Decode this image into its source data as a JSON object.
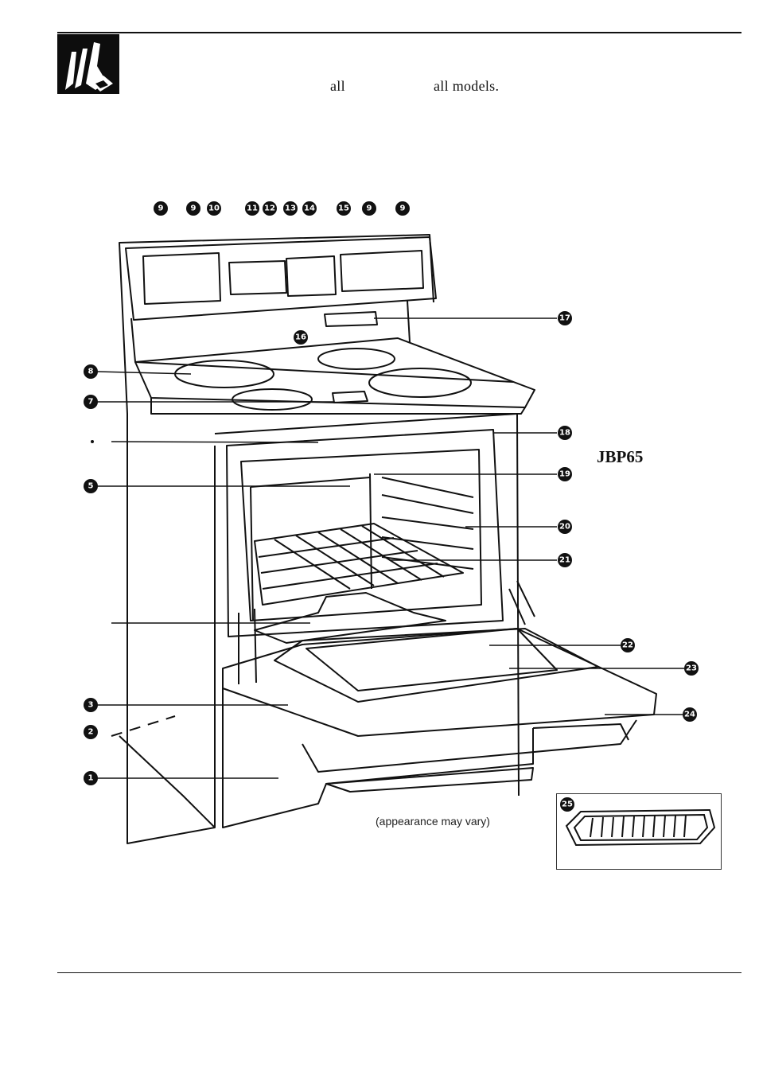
{
  "header": {
    "text_1": "all",
    "text_2": "all models."
  },
  "model": "JBP65",
  "caption": "(appearance may vary)",
  "icons": {
    "logo": "hand-pointing-icon"
  },
  "callouts": {
    "c1": "1",
    "c2": "2",
    "c3": "3",
    "c5": "5",
    "c7": "7",
    "c8": "8",
    "c9": "9",
    "c10": "10",
    "c11": "11",
    "c12": "12",
    "c13": "13",
    "c14": "14",
    "c15": "15",
    "c16": "16",
    "c17": "17",
    "c18": "18",
    "c19": "19",
    "c20": "20",
    "c21": "21",
    "c22": "22",
    "c23": "23",
    "c24": "24",
    "c25": "25"
  }
}
